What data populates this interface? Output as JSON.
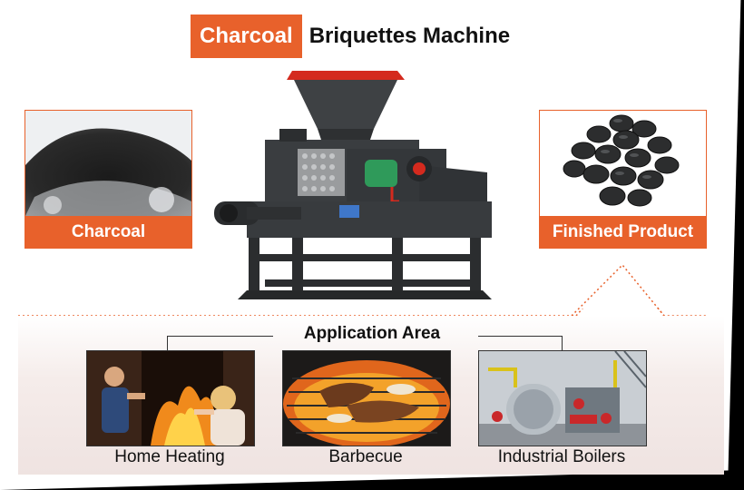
{
  "title": {
    "highlight": "Charcoal",
    "rest": "Briquettes Machine"
  },
  "left_card": {
    "label": "Charcoal"
  },
  "right_card": {
    "label": "Finished Product"
  },
  "application": {
    "title": "Application Area",
    "items": [
      {
        "label": "Home Heating"
      },
      {
        "label": "Barbecue"
      },
      {
        "label": "Industrial Boilers"
      }
    ]
  },
  "colors": {
    "accent": "#e8612b",
    "machine_body": "#3a3d40",
    "machine_roof": "#d42a1e",
    "motor_green": "#2f9a5a"
  }
}
